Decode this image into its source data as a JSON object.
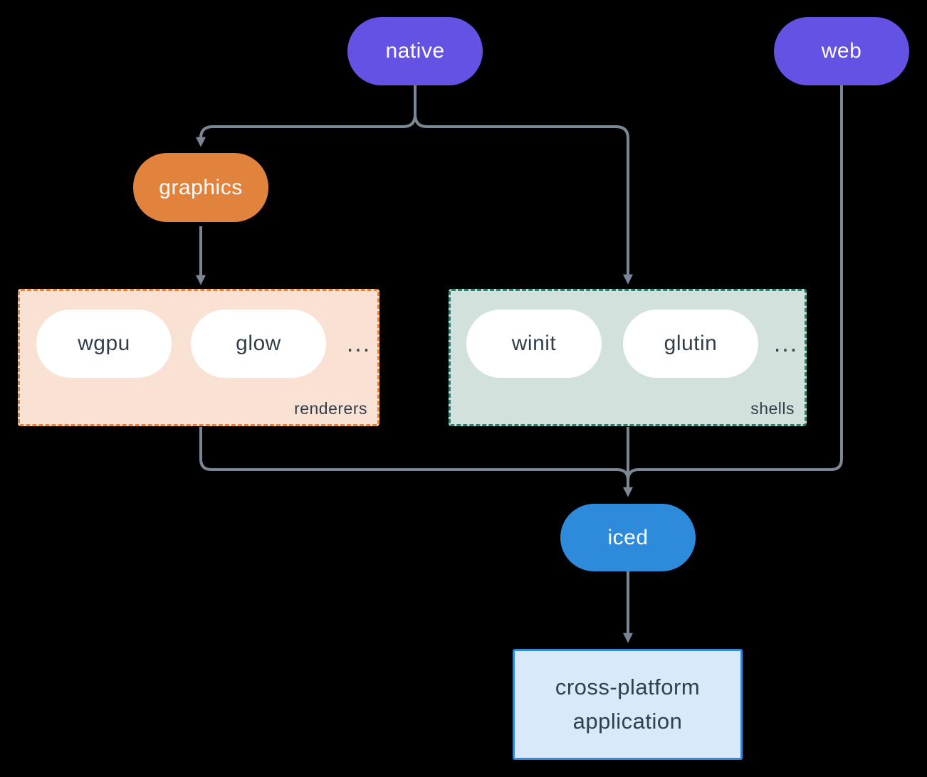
{
  "nodes": {
    "native": {
      "label": "native"
    },
    "web": {
      "label": "web"
    },
    "graphics": {
      "label": "graphics"
    },
    "iced": {
      "label": "iced"
    },
    "application": {
      "line1": "cross-platform",
      "line2": "application"
    }
  },
  "groups": {
    "renderers": {
      "label": "renderers",
      "items": [
        "wgpu",
        "glow"
      ],
      "ellipsis": "..."
    },
    "shells": {
      "label": "shells",
      "items": [
        "winit",
        "glutin"
      ],
      "ellipsis": "..."
    }
  },
  "edges": [
    {
      "from": "native",
      "to": "graphics"
    },
    {
      "from": "native",
      "to": "shells"
    },
    {
      "from": "graphics",
      "to": "renderers"
    },
    {
      "from": "renderers",
      "to": "iced"
    },
    {
      "from": "shells",
      "to": "iced"
    },
    {
      "from": "web",
      "to": "iced"
    },
    {
      "from": "iced",
      "to": "application"
    }
  ],
  "colors": {
    "purple": "#6352e3",
    "orange": "#e2833d",
    "blue": "#2e8bdb",
    "peach-bg": "#f9e2d3",
    "peach-border": "#e2843f",
    "sage-bg": "#d2e1db",
    "sage-border": "#2f7e6f",
    "app-bg": "#d8e9f9",
    "app-border": "#2e8bdb",
    "ink": "#323f4b",
    "line": "#7b8794",
    "pill-text": "#ffffff",
    "bg": "#000000"
  }
}
